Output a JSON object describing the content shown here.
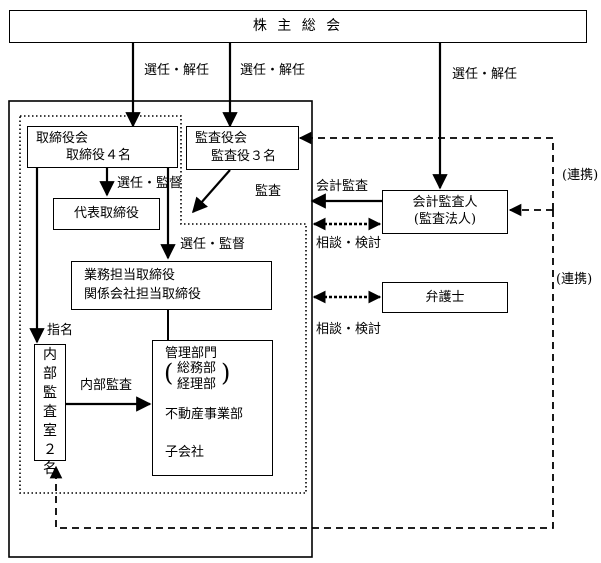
{
  "shareholders_meeting": "株 主 総 会",
  "board": {
    "line1": "取締役会",
    "line2": "取締役４名"
  },
  "auditors": {
    "line1": "監査役会",
    "line2": "監査役３名"
  },
  "representative_director": "代表取締役",
  "business_directors": {
    "line1": "業務担当取締役",
    "line2": "関係会社担当取締役"
  },
  "internal_audit_office": "内部監査室２名",
  "management": {
    "dept": "管理部門",
    "paren_open": "(",
    "sub1": "総務部",
    "sub2": "経理部",
    "paren_close": ")",
    "real_estate": "不動産事業部",
    "subsidiaries": "子会社"
  },
  "accounting_auditor": {
    "line1": "会計監査人",
    "line2": "(監査法人)"
  },
  "lawyer": "弁護士",
  "labels": {
    "appoint_dismiss_1": "選任・解任",
    "appoint_dismiss_2": "選任・解任",
    "appoint_dismiss_3": "選任・解任",
    "appoint_supervise_1": "選任・監督",
    "appoint_supervise_2": "選任・監督",
    "audit": "監査",
    "accounting_audit": "会計監査",
    "consult_review_1": "相談・検討",
    "consult_review_2": "相談・検討",
    "coordination_1": "(連携)",
    "coordination_2": "(連携)",
    "designation": "指名",
    "internal_audit": "内部監査"
  }
}
